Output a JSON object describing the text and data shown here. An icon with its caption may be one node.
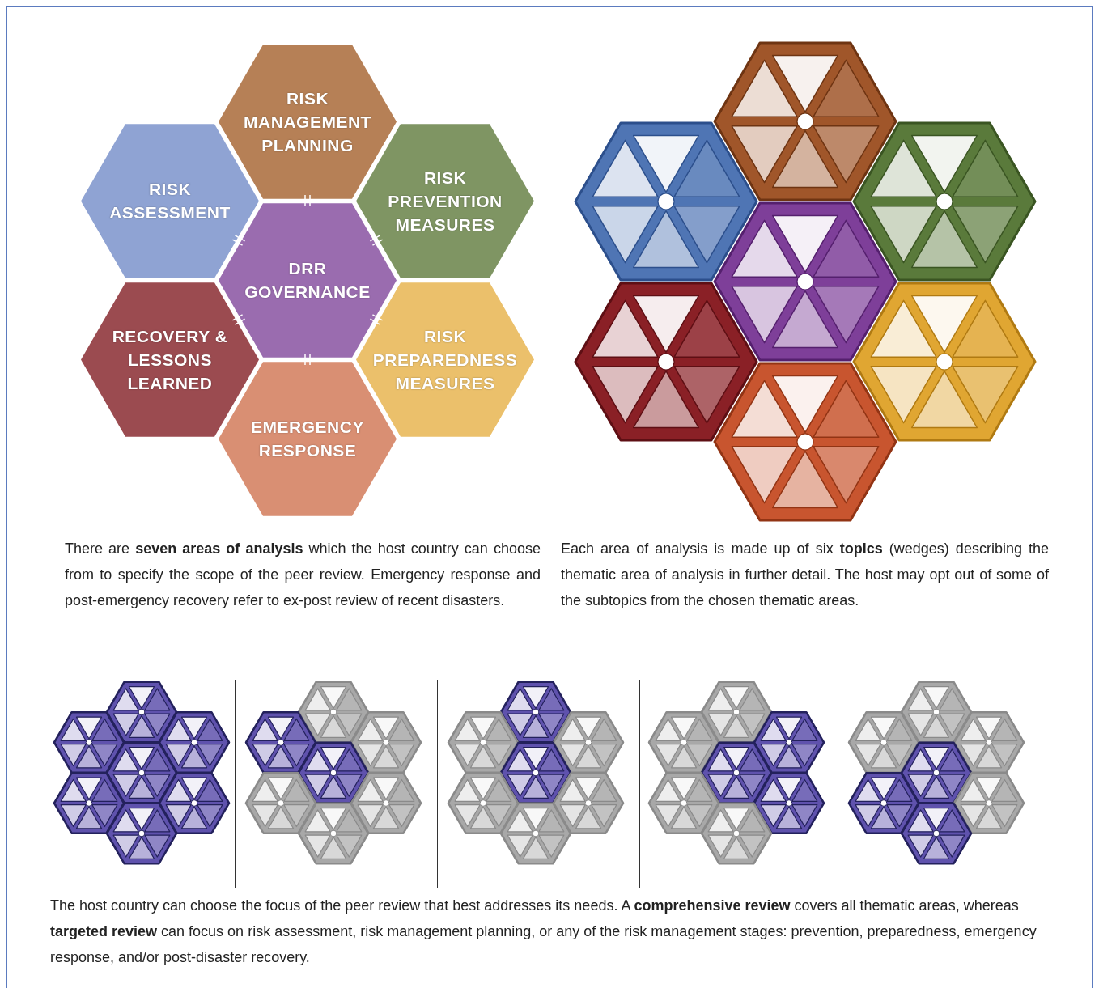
{
  "diagram": {
    "nodes": [
      {
        "text": [
          "RISK MANAGEMENT PLANNING"
        ]
      },
      {
        "text": [
          "RISK ASSESSMENT"
        ]
      },
      {
        "text": [
          "RISK PREVENTION MEASURES"
        ]
      },
      {
        "text": [
          "DRR GOVERNANCE"
        ]
      },
      {
        "text": [
          "RECOVERY & LESSONS LEARNED"
        ]
      },
      {
        "text": [
          "RISK PREPAREDNESS MEASURES"
        ]
      },
      {
        "text": [
          "EMERGENCY RESPONSE"
        ]
      }
    ],
    "edges": [],
    "labels": [
      "There are **seven areas of analysis** which the host country can choose from to specify the scope of the peer review. Emergency response and post-emergency recovery refer to ex-post review of recent disasters.",
      "Each area of analysis is made up of six **topics** (wedges) describing the thematic area of analysis in further detail. The host may opt out of some of the subtopics from the chosen thematic areas.",
      "The host country can choose the focus of the peer review that best addresses its needs. A **comprehensive review** covers all thematic areas, whereas **targeted review** can focus on risk assessment, risk management planning, or any of the risk management stages: prevention, preparedness, emergency response, and/or post-disaster recovery."
    ]
  }
}
